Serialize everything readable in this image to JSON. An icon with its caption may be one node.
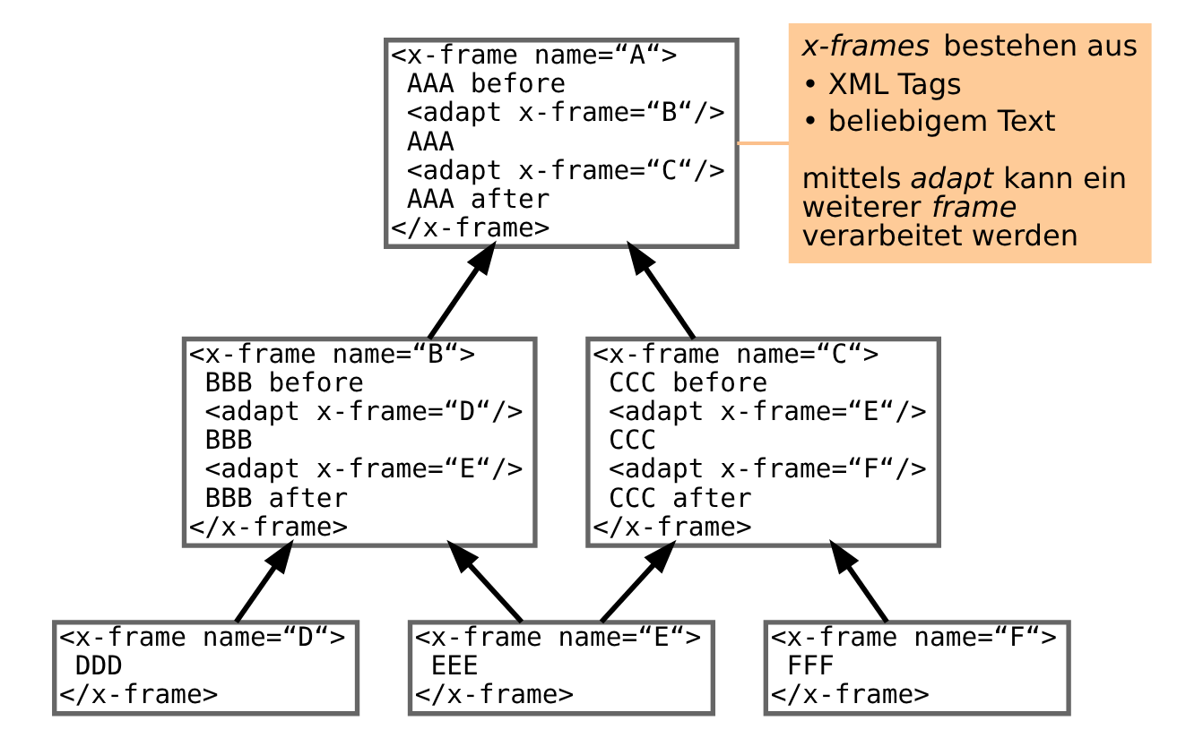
{
  "diagram": {
    "nodes": [
      {
        "text": [
          "<x-frame name=“A“>",
          "AAA before",
          "<adapt x-frame=“B“/>",
          "AAA",
          "<adapt x-frame=“C“/>",
          "AAA after",
          "</x-frame>"
        ]
      },
      {
        "text": [
          "<x-frame name=“B“>",
          "BBB before",
          "<adapt x-frame=“D“/>",
          "BBB",
          "<adapt x-frame=“E“/>",
          "BBB after",
          "</x-frame>"
        ]
      },
      {
        "text": [
          "<x-frame name=“C“>",
          "CCC before",
          "<adapt x-frame=“E“/>",
          "CCC",
          "<adapt x-frame=“F“/>",
          "CCC after",
          "</x-frame>"
        ]
      },
      {
        "text": [
          "<x-frame name=“D“>",
          "DDD",
          "</x-frame>"
        ]
      },
      {
        "text": [
          "<x-frame name=“E“>",
          "EEE",
          "</x-frame>"
        ]
      },
      {
        "text": [
          "<x-frame name=“F“>",
          "FFF",
          "</x-frame>"
        ]
      },
      {
        "text": [
          "*x-frames* bestehen aus",
          "• XML Tags",
          "• beliebigem Text",
          "mittels *adapt* kann ein weiterer *frame* verarbeitet werden"
        ]
      }
    ],
    "edges": [
      {
        "from": 1,
        "to": 0,
        "arrow": "to"
      },
      {
        "from": 2,
        "to": 0,
        "arrow": "to"
      },
      {
        "from": 3,
        "to": 1,
        "arrow": "to"
      },
      {
        "from": 4,
        "to": 1,
        "arrow": "to"
      },
      {
        "from": 4,
        "to": 2,
        "arrow": "to"
      },
      {
        "from": 5,
        "to": 2,
        "arrow": "to"
      },
      {
        "from": 6,
        "to": 0,
        "arrow": "none",
        "color": "#fbc08c"
      }
    ]
  }
}
